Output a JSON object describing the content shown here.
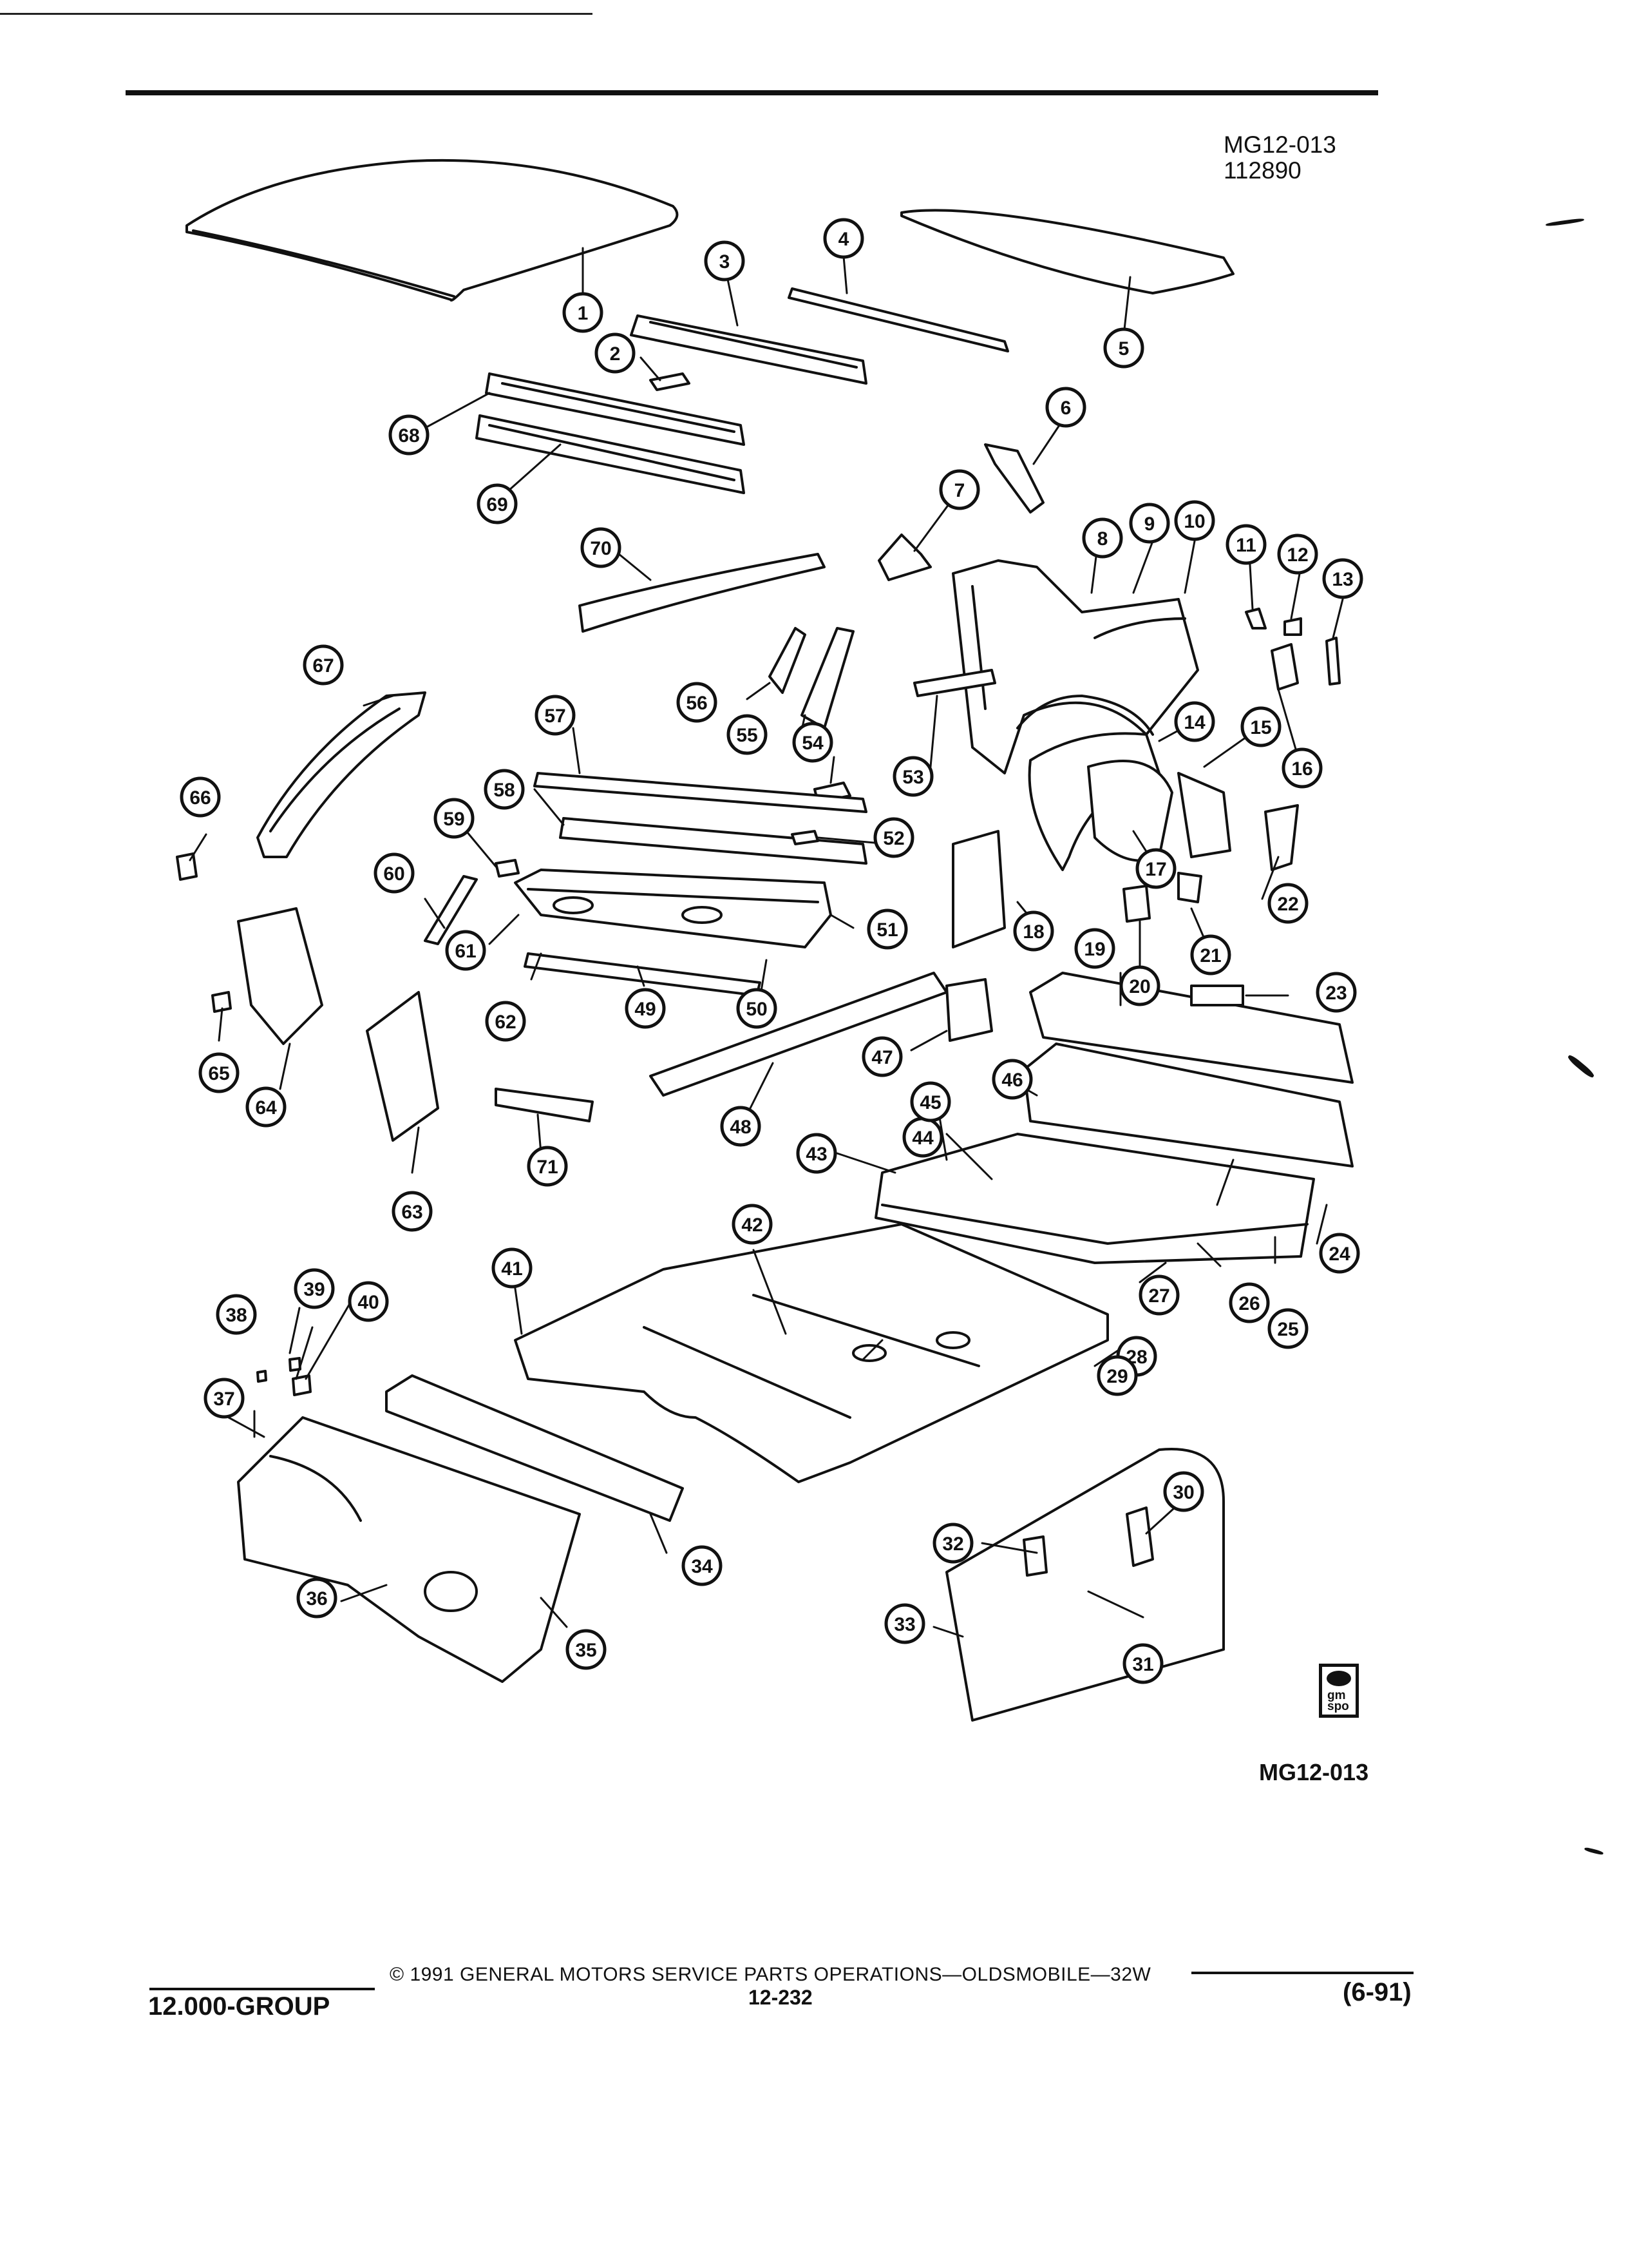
{
  "header": {
    "diagram_code": "MG12-013",
    "date_code": "112890"
  },
  "footer_code": "MG12-013",
  "logo_text": "gm spo",
  "footer": {
    "copyright": "© 1991 GENERAL MOTORS SERVICE PARTS OPERATIONS—OLDSMOBILE—32W",
    "group": "12.000-GROUP",
    "page": "12-232",
    "date": "(6-91)"
  },
  "callouts": [
    "1",
    "2",
    "3",
    "4",
    "5",
    "6",
    "7",
    "8",
    "9",
    "10",
    "11",
    "12",
    "13",
    "14",
    "15",
    "16",
    "17",
    "18",
    "19",
    "20",
    "21",
    "22",
    "23",
    "24",
    "25",
    "26",
    "27",
    "28",
    "29",
    "30",
    "31",
    "32",
    "33",
    "34",
    "35",
    "36",
    "37",
    "38",
    "39",
    "40",
    "41",
    "42",
    "43",
    "44",
    "45",
    "46",
    "47",
    "48",
    "49",
    "50",
    "51",
    "52",
    "53",
    "54",
    "55",
    "56",
    "57",
    "58",
    "59",
    "60",
    "61",
    "62",
    "63",
    "64",
    "65",
    "66",
    "67",
    "68",
    "69",
    "70",
    "71"
  ]
}
